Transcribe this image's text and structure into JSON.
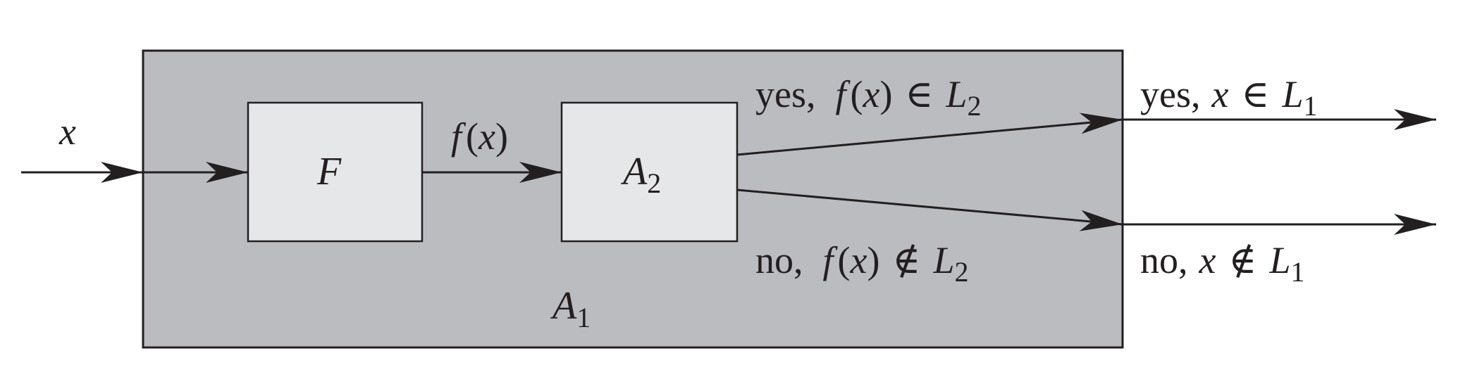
{
  "input": {
    "variable": "x"
  },
  "outer_box": {
    "label_main": "A",
    "label_sub": "1"
  },
  "reduction_box": {
    "label": "F"
  },
  "intermediate": {
    "fx_f": "f",
    "fx_open": "(",
    "fx_x": "x",
    "fx_close": ")"
  },
  "decider_box": {
    "label_main": "A",
    "label_sub": "2"
  },
  "inner_yes": {
    "word": "yes,",
    "f": "f",
    "open": "(",
    "x": "x",
    "close": ")",
    "rel": "∈",
    "L": "L",
    "sub": "2"
  },
  "inner_no": {
    "word": "no,",
    "f": "f",
    "open": "(",
    "x": "x",
    "close": ")",
    "rel": "∉",
    "L": "L",
    "sub": "2"
  },
  "outer_yes": {
    "word": "yes,",
    "x": "x",
    "rel": "∈",
    "L": "L",
    "sub": "1"
  },
  "outer_no": {
    "word": "no,",
    "x": "x",
    "rel": "∉",
    "L": "L",
    "sub": "1"
  },
  "colors": {
    "outer_fill": "#bbbcbf",
    "inner_fill": "#e6e7e8",
    "stroke": "#231f20"
  }
}
